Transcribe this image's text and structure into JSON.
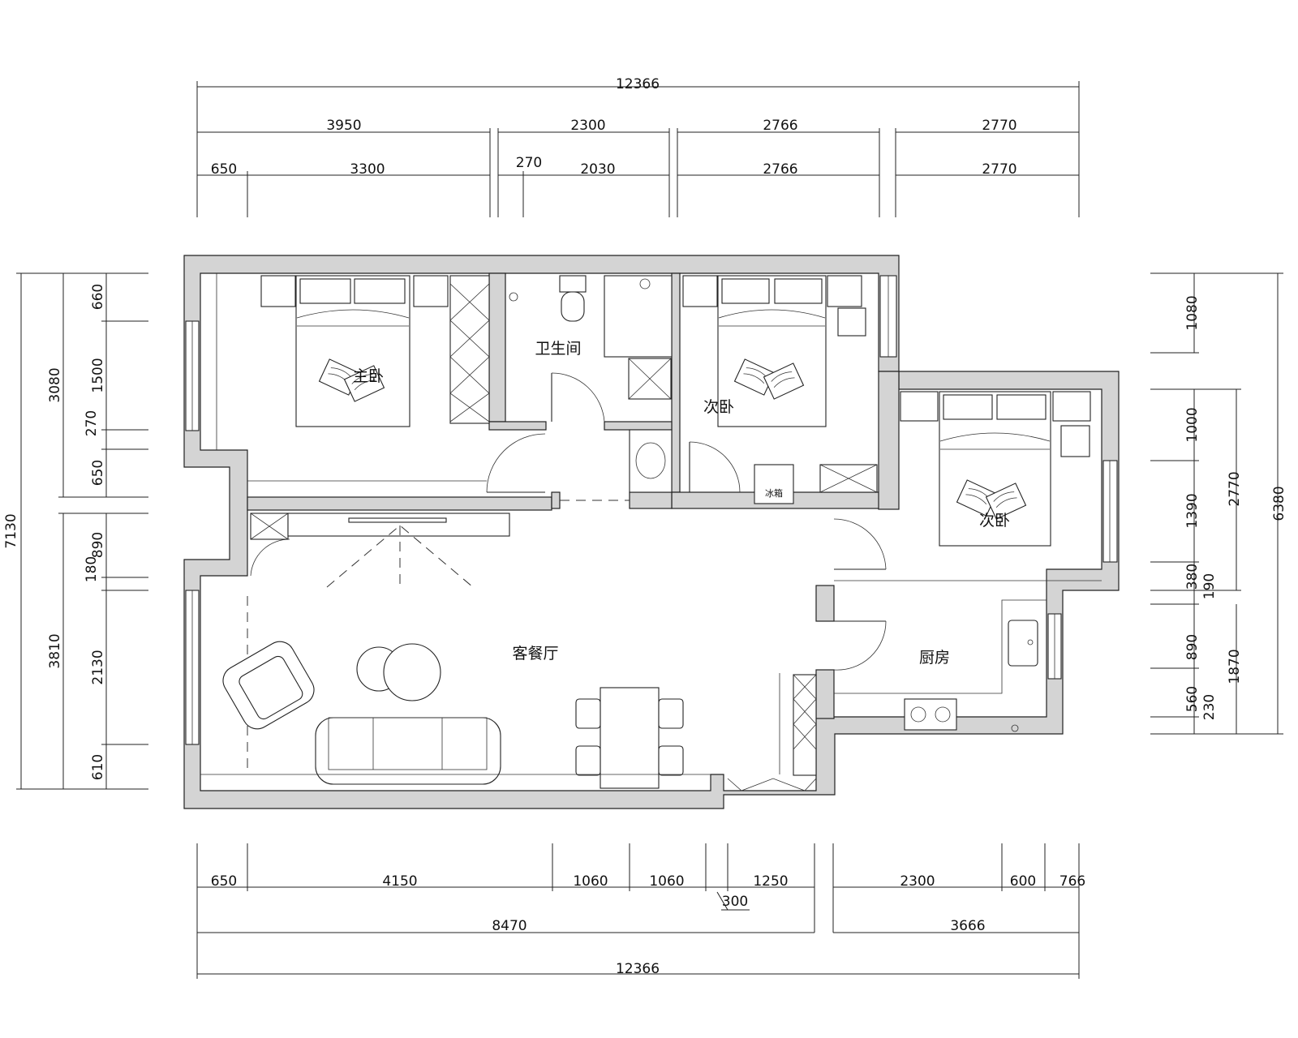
{
  "dimensions": {
    "top_total": "12366",
    "top_row2": [
      "3950",
      "2300",
      "2766",
      "2770"
    ],
    "top_row3": [
      "650",
      "3300",
      "270",
      "2030",
      "2766",
      "2770"
    ],
    "bottom_row1": [
      "650",
      "4150",
      "1060",
      "1060",
      "1250",
      "2300",
      "600",
      "766"
    ],
    "bottom_extra": "300",
    "bottom_row2": [
      "8470",
      "3666"
    ],
    "bottom_total": "12366",
    "left_total": "7130",
    "left_row2": [
      "3080",
      "3810"
    ],
    "left_row3": [
      "660",
      "1500",
      "270",
      "650",
      "890",
      "180",
      "2130",
      "610"
    ],
    "right_total": "6380",
    "right_row2": [
      "2770",
      "1870"
    ],
    "right_row3": [
      "1080",
      "1000",
      "1390",
      "380",
      "190",
      "890",
      "560",
      "230"
    ]
  },
  "rooms": {
    "master_bedroom": "主卧",
    "bathroom": "卫生间",
    "second_bedroom_a": "次卧",
    "second_bedroom_b": "次卧",
    "living_dining": "客餐厅",
    "kitchen": "厨房",
    "fridge": "冰箱"
  }
}
